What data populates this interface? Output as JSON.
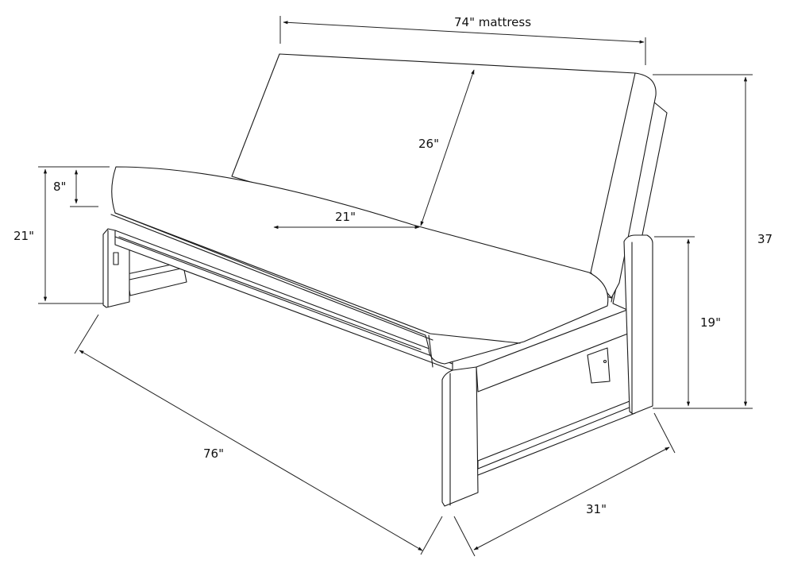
{
  "diagram": {
    "subject": "futon-frame-with-mattress",
    "line_color": "#1a1a1a",
    "background": "#ffffff",
    "dimensions": {
      "mattress_length": "74\" mattress",
      "back_height": "26\"",
      "seat_depth": "21\"",
      "mattress_thickness": "8\"",
      "seat_height": "21\"",
      "arm_height": "19\"",
      "total_height": "37",
      "frame_length": "76\"",
      "frame_depth": "31\""
    }
  }
}
